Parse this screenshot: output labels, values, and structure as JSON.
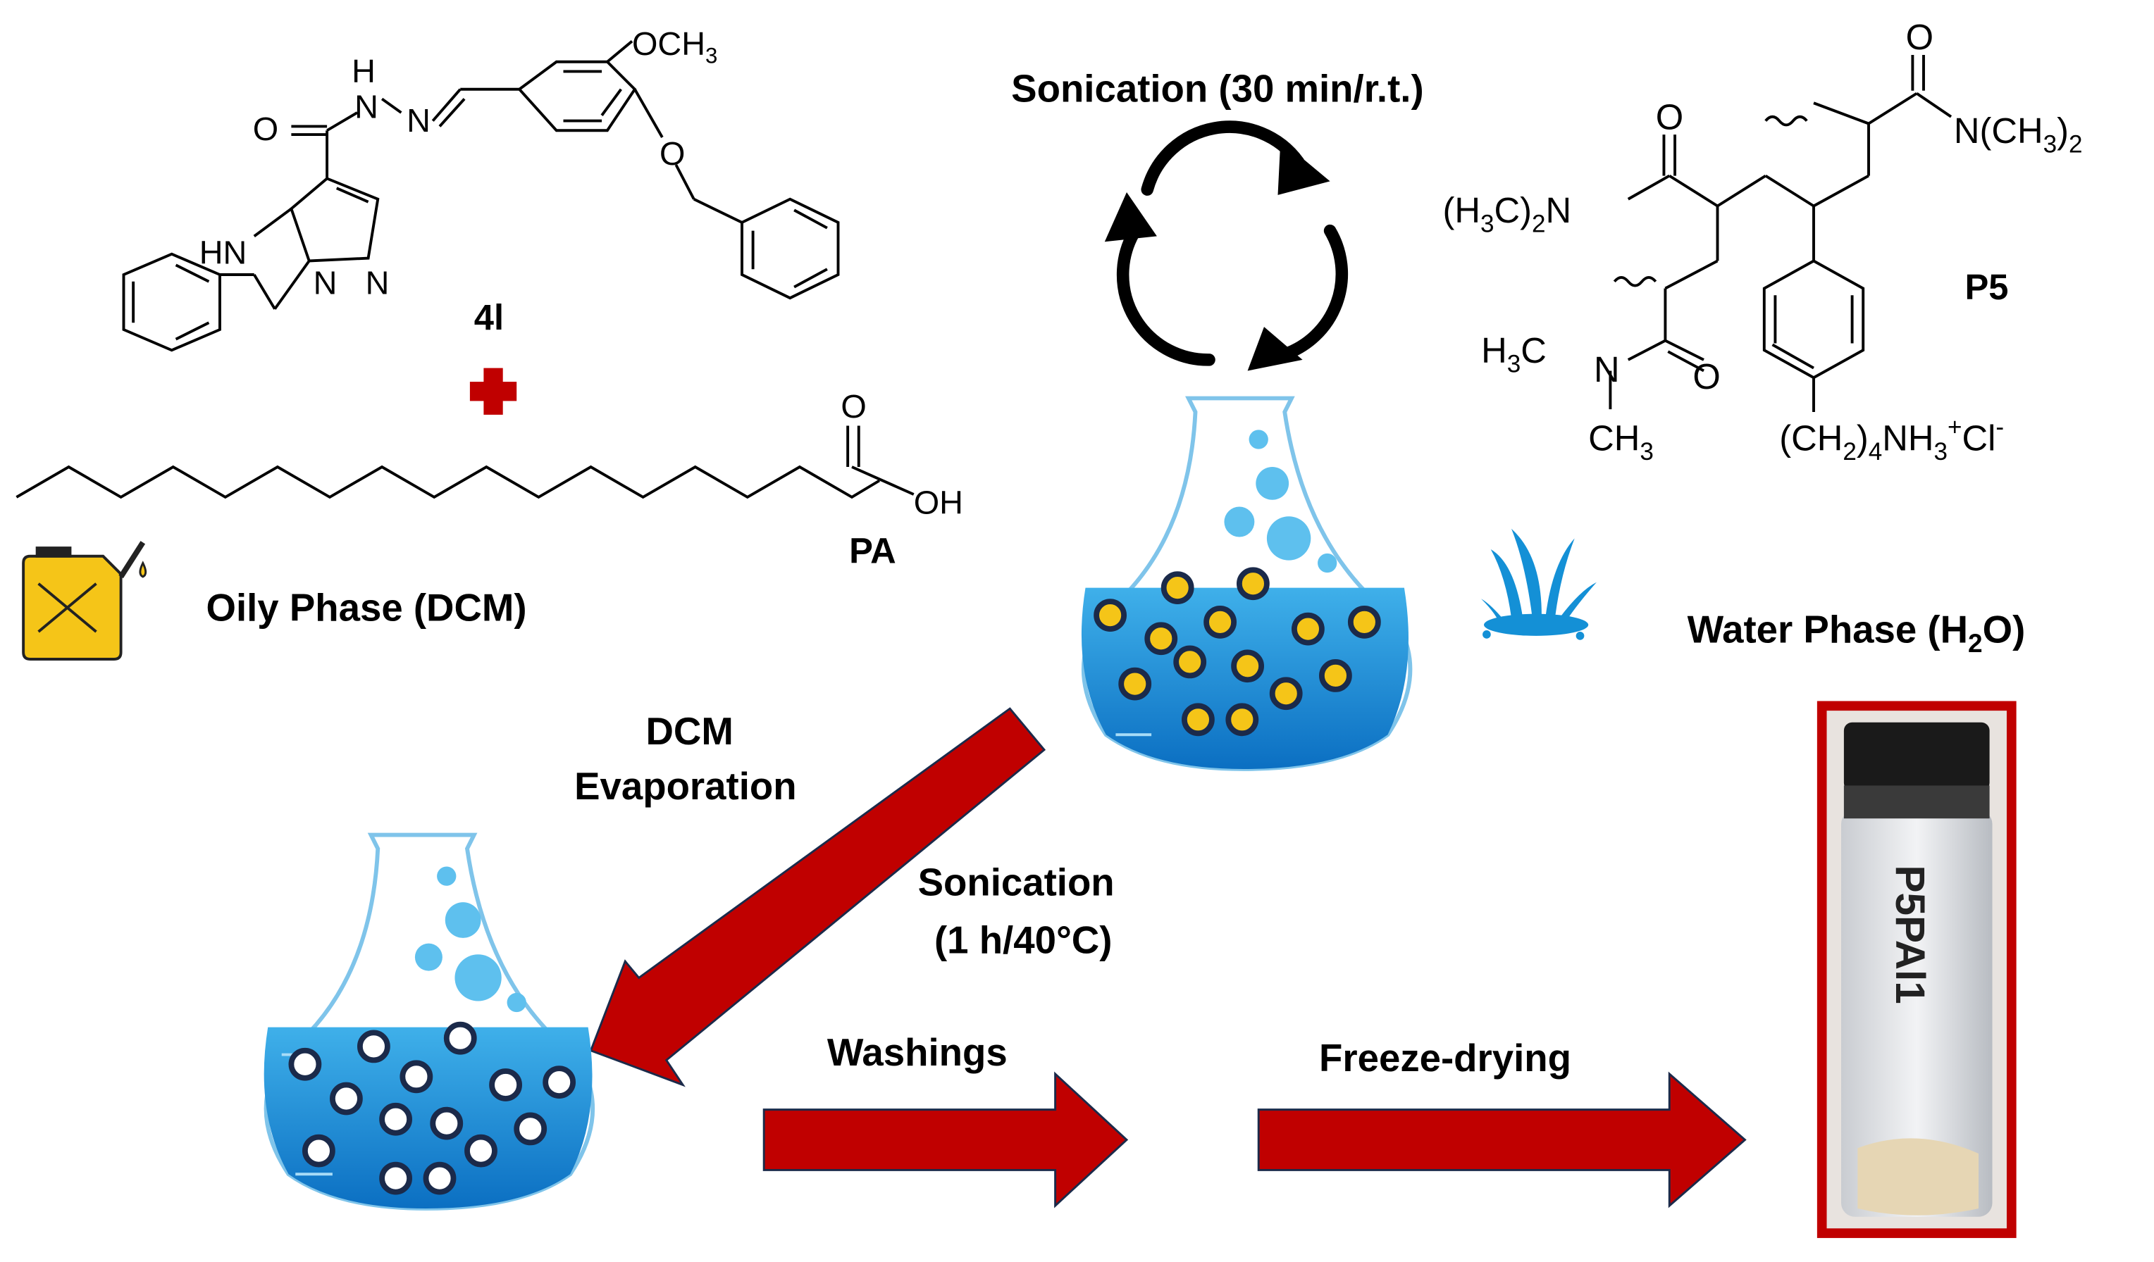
{
  "compound_4l": {
    "name": "4l",
    "atoms": {
      "h_top": "H",
      "n1": "N",
      "n2": "N",
      "o_carbonyl": "O",
      "ome": "OCH",
      "ome_sub": "3",
      "o_ether": "O",
      "hn": "HN",
      "n_ring1": "N",
      "n_ring2": "N"
    }
  },
  "plus_color": "#c00000",
  "palmitic_acid": {
    "name": "PA",
    "o": "O",
    "oh": "OH"
  },
  "oily_phase_label": "Oily Phase (DCM)",
  "water_phase": {
    "label_main": "Water Phase (H",
    "label_sub": "2",
    "label_end": "O)"
  },
  "sonication_top": "Sonication (30 min/r.t.)",
  "polymer_p5": {
    "name": "P5",
    "o_top": "O",
    "o_left": "O",
    "o_lower": "O",
    "nme2_right": "N(CH",
    "nme2_right_sub": "3",
    "nme2_right_end": ")",
    "nme2_right_sub2": "2",
    "nme2_left": "(H",
    "nme2_left_sub": "3",
    "nme2_left_mid": "C)",
    "nme2_left_sub2": "2",
    "nme2_left_end": "N",
    "h3c": "H",
    "h3c_sub": "3",
    "h3c_end": "C",
    "n_lower": "N",
    "ch3": "CH",
    "ch3_sub": "3",
    "side_chain": "(CH",
    "side_sub": "2",
    "side_mid": ")",
    "side_sub2": "4",
    "side_nh": "NH",
    "side_sub3": "3",
    "side_plus": "+",
    "side_cl": "Cl",
    "side_minus": "-"
  },
  "step_evaporation": {
    "line1": "DCM",
    "line2": "Evaporation"
  },
  "step_sonication_2": {
    "line1": "Sonication",
    "line2": "(1 h/40°C)"
  },
  "step_washings": "Washings",
  "step_freeze_drying": "Freeze-drying",
  "vial_label": "P5PAl1",
  "colors": {
    "arrow_red": "#c00000",
    "water_blue": "#1e90d6",
    "particle_yellow": "#f5c518",
    "particle_border": "#1b2a4a",
    "frame_red": "#c00000",
    "canister": "#f5c518"
  }
}
